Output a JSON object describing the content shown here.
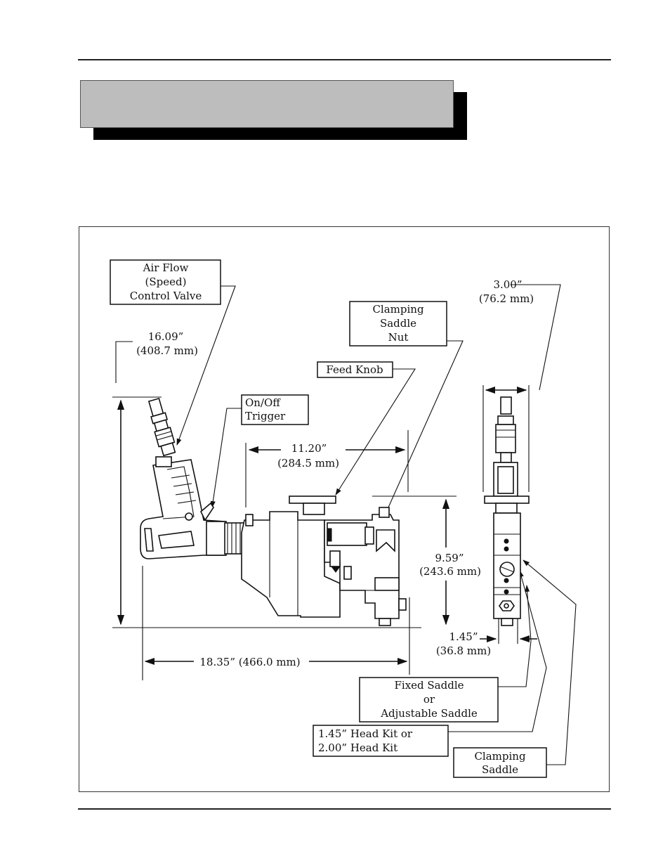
{
  "diagram": {
    "callouts": {
      "air_flow": [
        "Air Flow",
        "(Speed)",
        "Control Valve"
      ],
      "clamping_saddle_nut": [
        "Clamping",
        "Saddle",
        "Nut"
      ],
      "feed_knob": "Feed Knob",
      "on_off_trigger": [
        "On/Off",
        "Trigger"
      ],
      "fixed_saddle": [
        "Fixed Saddle",
        "or",
        "Adjustable Saddle"
      ],
      "head_kit": [
        "1.45” Head Kit or",
        "2.00” Head Kit"
      ],
      "clamping_saddle": [
        "Clamping",
        "Saddle"
      ]
    },
    "dimensions": {
      "height_overall": [
        "16.09”",
        "(408.7 mm)"
      ],
      "width_3": [
        "3.00”",
        "(76.2 mm)"
      ],
      "length_11": [
        "11.20”",
        "(284.5 mm)"
      ],
      "height_9": [
        "9.59”",
        "(243.6 mm)"
      ],
      "head_145": [
        "1.45”",
        "(36.8 mm)"
      ],
      "length_overall": "18.35”  (466.0 mm)"
    }
  }
}
